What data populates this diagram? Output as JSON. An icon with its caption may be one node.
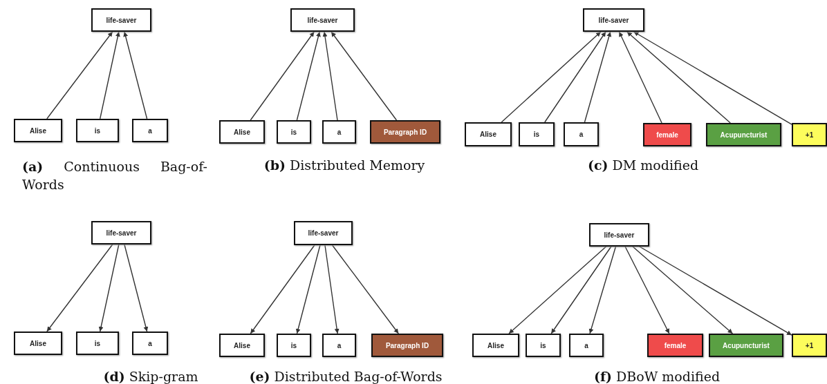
{
  "diagram": {
    "nodes": [
      {
        "text": [
          "life-saver"
        ]
      },
      {
        "text": [
          "Alise"
        ]
      },
      {
        "text": [
          "is"
        ]
      },
      {
        "text": [
          "a"
        ]
      },
      {
        "text": [
          "life-saver"
        ]
      },
      {
        "text": [
          "Alise"
        ]
      },
      {
        "text": [
          "is"
        ]
      },
      {
        "text": [
          "a"
        ]
      },
      {
        "text": [
          "Paragraph ID"
        ]
      },
      {
        "text": [
          "life-saver"
        ]
      },
      {
        "text": [
          "Alise"
        ]
      },
      {
        "text": [
          "is"
        ]
      },
      {
        "text": [
          "a"
        ]
      },
      {
        "text": [
          "female"
        ]
      },
      {
        "text": [
          "Acupuncturist"
        ]
      },
      {
        "text": [
          "+1"
        ]
      },
      {
        "text": [
          "life-saver"
        ]
      },
      {
        "text": [
          "Alise"
        ]
      },
      {
        "text": [
          "is"
        ]
      },
      {
        "text": [
          "a"
        ]
      },
      {
        "text": [
          "life-saver"
        ]
      },
      {
        "text": [
          "Alise"
        ]
      },
      {
        "text": [
          "is"
        ]
      },
      {
        "text": [
          "a"
        ]
      },
      {
        "text": [
          "Paragraph ID"
        ]
      },
      {
        "text": [
          "life-saver"
        ]
      },
      {
        "text": [
          "Alise"
        ]
      },
      {
        "text": [
          "is"
        ]
      },
      {
        "text": [
          "a"
        ]
      },
      {
        "text": [
          "female"
        ]
      },
      {
        "text": [
          "Acupuncturist"
        ]
      },
      {
        "text": [
          "+1"
        ]
      }
    ],
    "edges": [
      {
        "from": 1,
        "to": 0,
        "arrow": "to"
      },
      {
        "from": 2,
        "to": 0,
        "arrow": "to"
      },
      {
        "from": 3,
        "to": 0,
        "arrow": "to"
      },
      {
        "from": 5,
        "to": 4,
        "arrow": "to"
      },
      {
        "from": 6,
        "to": 4,
        "arrow": "to"
      },
      {
        "from": 7,
        "to": 4,
        "arrow": "to"
      },
      {
        "from": 8,
        "to": 4,
        "arrow": "to"
      },
      {
        "from": 10,
        "to": 9,
        "arrow": "to"
      },
      {
        "from": 11,
        "to": 9,
        "arrow": "to"
      },
      {
        "from": 12,
        "to": 9,
        "arrow": "to"
      },
      {
        "from": 13,
        "to": 9,
        "arrow": "to"
      },
      {
        "from": 14,
        "to": 9,
        "arrow": "to"
      },
      {
        "from": 15,
        "to": 9,
        "arrow": "to"
      },
      {
        "from": 16,
        "to": 17,
        "arrow": "to"
      },
      {
        "from": 16,
        "to": 18,
        "arrow": "to"
      },
      {
        "from": 16,
        "to": 19,
        "arrow": "to"
      },
      {
        "from": 20,
        "to": 21,
        "arrow": "to"
      },
      {
        "from": 20,
        "to": 22,
        "arrow": "to"
      },
      {
        "from": 20,
        "to": 23,
        "arrow": "to"
      },
      {
        "from": 20,
        "to": 24,
        "arrow": "to"
      },
      {
        "from": 25,
        "to": 26,
        "arrow": "to"
      },
      {
        "from": 25,
        "to": 27,
        "arrow": "to"
      },
      {
        "from": 25,
        "to": 28,
        "arrow": "to"
      },
      {
        "from": 25,
        "to": 29,
        "arrow": "to"
      },
      {
        "from": 25,
        "to": 30,
        "arrow": "to"
      },
      {
        "from": 25,
        "to": 31,
        "arrow": "to"
      }
    ],
    "labels": [
      "**(a)** Continuous Bag-of-Words",
      "**(b)** Distributed Memory",
      "**(c)** DM modified",
      "**(d)** Skip-gram",
      "**(e)** Distributed Bag-of-Words",
      "**(f)** DBoW modified"
    ]
  }
}
